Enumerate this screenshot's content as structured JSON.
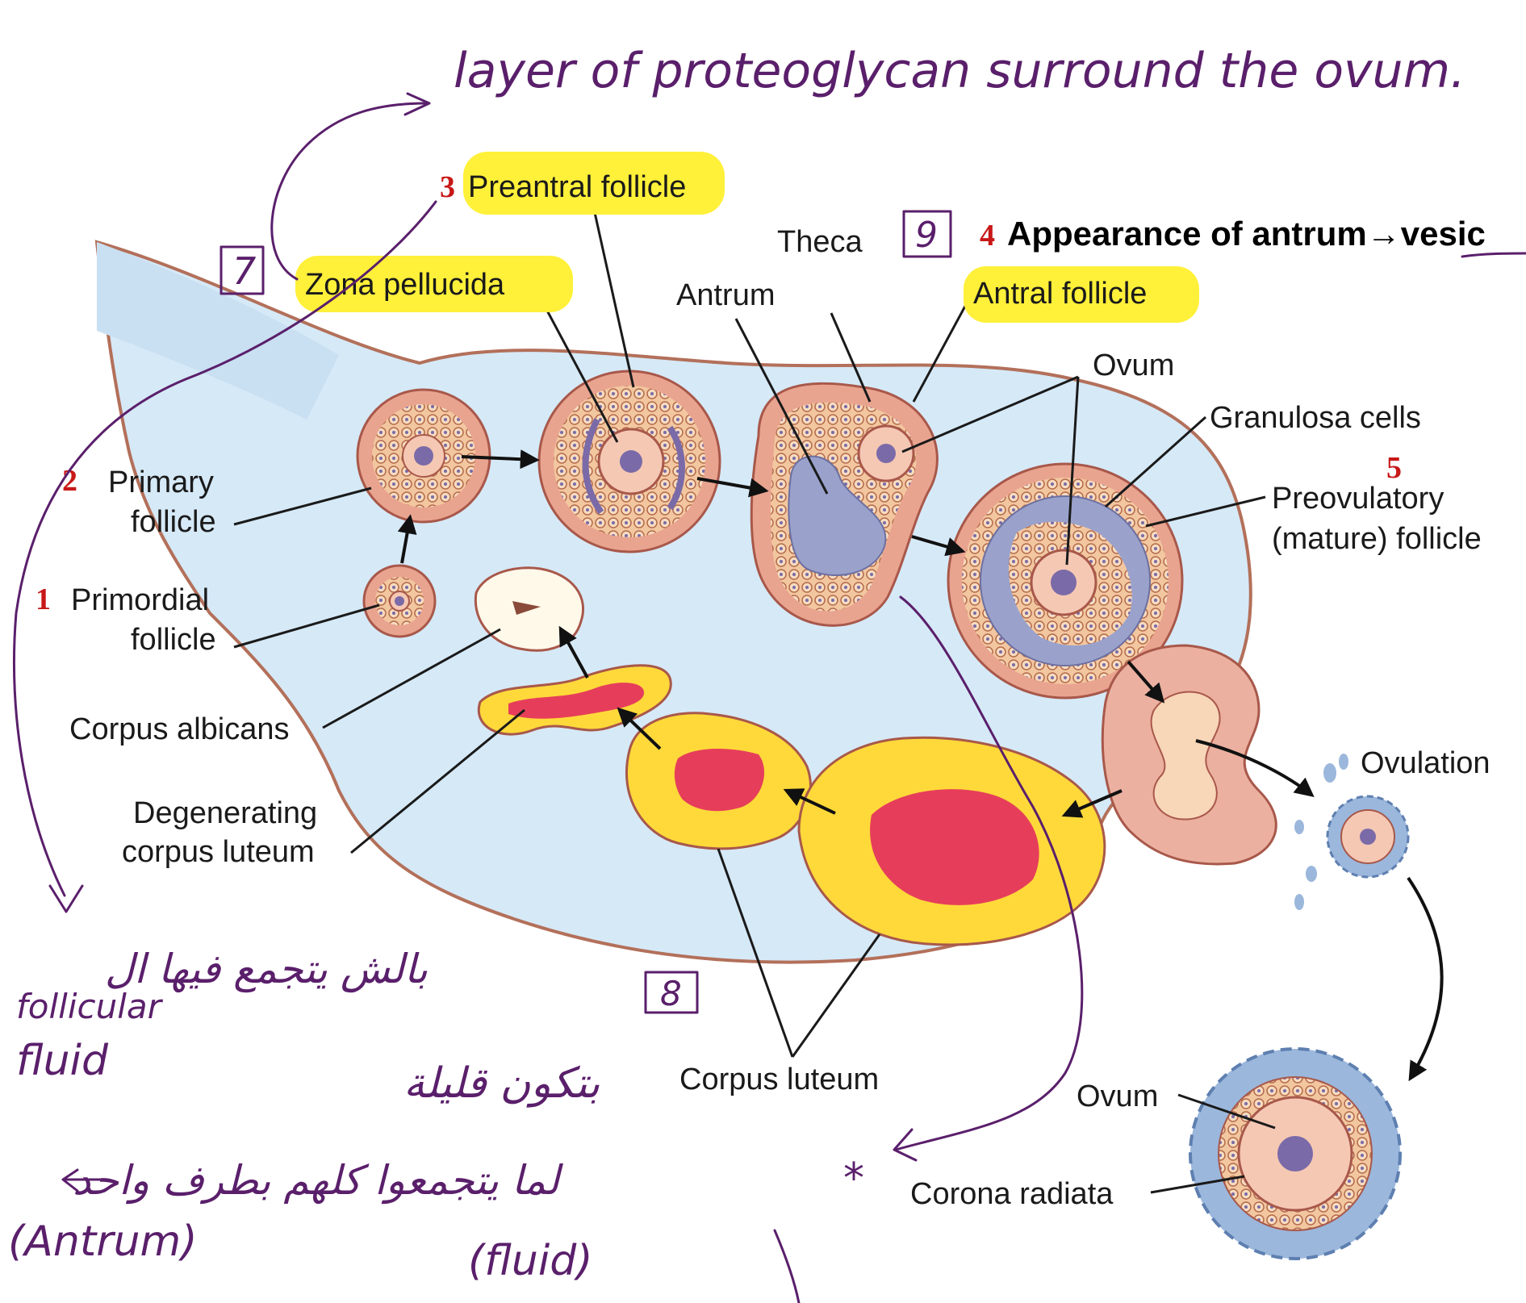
{
  "annotations": {
    "top_note": "layer of proteoglycan surround the ovum.",
    "box7": "7",
    "box9": "9",
    "box8": "8",
    "heading4": "Appearance of antrum→vesic",
    "arabic_line1": "بالش يتجمع فيها ال",
    "arabic_line2": "بتكون قليلة",
    "arabic_line3": "لما يتجمعوا كلهم بطرف واحد",
    "follicular": "follicular",
    "fluid1": "fluid",
    "antrum_note": "(Antrum)",
    "fluid2": "(fluid)",
    "star": "*"
  },
  "numbers": {
    "n1": "1",
    "n2": "2",
    "n3": "3",
    "n4": "4",
    "n5": "5"
  },
  "labels": {
    "preantral": "Preantral follicle",
    "zona": "Zona pellucida",
    "theca": "Theca",
    "antrum": "Antrum",
    "antral": "Antral follicle",
    "ovum_top": "Ovum",
    "granulosa": "Granulosa cells",
    "primary_1": "Primary",
    "primary_2": "follicle",
    "preovulatory_1": "Preovulatory",
    "preovulatory_2": "(mature) follicle",
    "primordial_1": "Primordial",
    "primordial_2": "follicle",
    "corpus_albicans": "Corpus albicans",
    "degenerating_1": "Degenerating",
    "degenerating_2": "corpus luteum",
    "ovulation": "Ovulation",
    "corpus_luteum": "Corpus luteum",
    "ovum_bottom": "Ovum",
    "corona": "Corona radiata"
  }
}
